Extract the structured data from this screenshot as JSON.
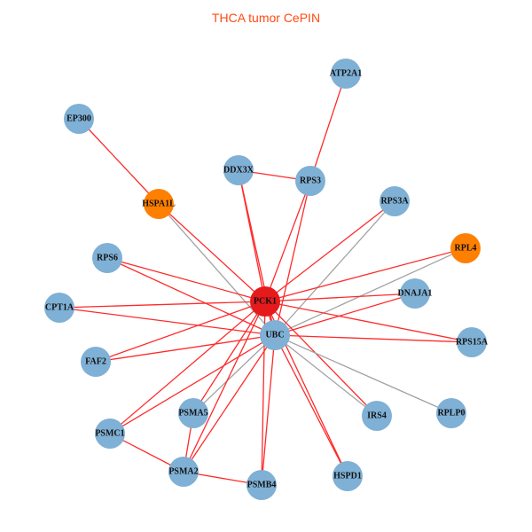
{
  "title": "THCA tumor CePIN",
  "colors": {
    "node_default": "#7fb0d5",
    "node_highlight": "#ff8000",
    "node_center": "#e41a1c",
    "edge_red": "#ff2a2a",
    "edge_gray": "#a3a3a3"
  },
  "nodes": [
    {
      "id": "ATP2A1",
      "type": "default"
    },
    {
      "id": "EP300",
      "type": "default"
    },
    {
      "id": "DDX3X",
      "type": "default"
    },
    {
      "id": "RPS3",
      "type": "default"
    },
    {
      "id": "RPS3A",
      "type": "default"
    },
    {
      "id": "HSPA1L",
      "type": "highlight"
    },
    {
      "id": "RPL4",
      "type": "highlight"
    },
    {
      "id": "RPS6",
      "type": "default"
    },
    {
      "id": "PCK1",
      "type": "center"
    },
    {
      "id": "DNAJA1",
      "type": "default"
    },
    {
      "id": "CPT1A",
      "type": "default"
    },
    {
      "id": "UBC",
      "type": "default"
    },
    {
      "id": "RPS15A",
      "type": "default"
    },
    {
      "id": "FAF2",
      "type": "default"
    },
    {
      "id": "PSMA5",
      "type": "default"
    },
    {
      "id": "IRS4",
      "type": "default"
    },
    {
      "id": "RPLP0",
      "type": "default"
    },
    {
      "id": "PSMC1",
      "type": "default"
    },
    {
      "id": "PSMA2",
      "type": "default"
    },
    {
      "id": "PSMB4",
      "type": "default"
    },
    {
      "id": "HSPD1",
      "type": "default"
    }
  ],
  "edges": [
    [
      "ATP2A1",
      "RPS3",
      "red"
    ],
    [
      "EP300",
      "HSPA1L",
      "red"
    ],
    [
      "DDX3X",
      "RPS3",
      "red"
    ],
    [
      "DDX3X",
      "PCK1",
      "red"
    ],
    [
      "DDX3X",
      "UBC",
      "red"
    ],
    [
      "RPS3",
      "PCK1",
      "red"
    ],
    [
      "RPS3",
      "UBC",
      "red"
    ],
    [
      "HSPA1L",
      "PCK1",
      "red"
    ],
    [
      "HSPA1L",
      "UBC",
      "gray"
    ],
    [
      "RPS3A",
      "PCK1",
      "red"
    ],
    [
      "RPS3A",
      "UBC",
      "gray"
    ],
    [
      "RPL4",
      "PCK1",
      "red"
    ],
    [
      "RPL4",
      "UBC",
      "gray"
    ],
    [
      "RPS6",
      "PCK1",
      "red"
    ],
    [
      "RPS6",
      "UBC",
      "red"
    ],
    [
      "DNAJA1",
      "PCK1",
      "red"
    ],
    [
      "DNAJA1",
      "UBC",
      "red"
    ],
    [
      "CPT1A",
      "PCK1",
      "red"
    ],
    [
      "CPT1A",
      "UBC",
      "red"
    ],
    [
      "RPS15A",
      "PCK1",
      "red"
    ],
    [
      "RPS15A",
      "UBC",
      "red"
    ],
    [
      "FAF2",
      "PCK1",
      "red"
    ],
    [
      "FAF2",
      "UBC",
      "red"
    ],
    [
      "PSMA5",
      "PCK1",
      "red"
    ],
    [
      "PSMA5",
      "UBC",
      "gray"
    ],
    [
      "IRS4",
      "PCK1",
      "red"
    ],
    [
      "IRS4",
      "UBC",
      "gray"
    ],
    [
      "RPLP0",
      "UBC",
      "gray"
    ],
    [
      "PSMC1",
      "PCK1",
      "red"
    ],
    [
      "PSMC1",
      "UBC",
      "red"
    ],
    [
      "PSMC1",
      "PSMA2",
      "red"
    ],
    [
      "PSMA2",
      "PCK1",
      "red"
    ],
    [
      "PSMA2",
      "UBC",
      "red"
    ],
    [
      "PSMA2",
      "PSMB4",
      "red"
    ],
    [
      "PSMA2",
      "PSMA5",
      "red"
    ],
    [
      "PSMB4",
      "PCK1",
      "red"
    ],
    [
      "PSMB4",
      "UBC",
      "red"
    ],
    [
      "HSPD1",
      "PCK1",
      "red"
    ],
    [
      "HSPD1",
      "UBC",
      "red"
    ],
    [
      "PCK1",
      "UBC",
      "red"
    ]
  ]
}
